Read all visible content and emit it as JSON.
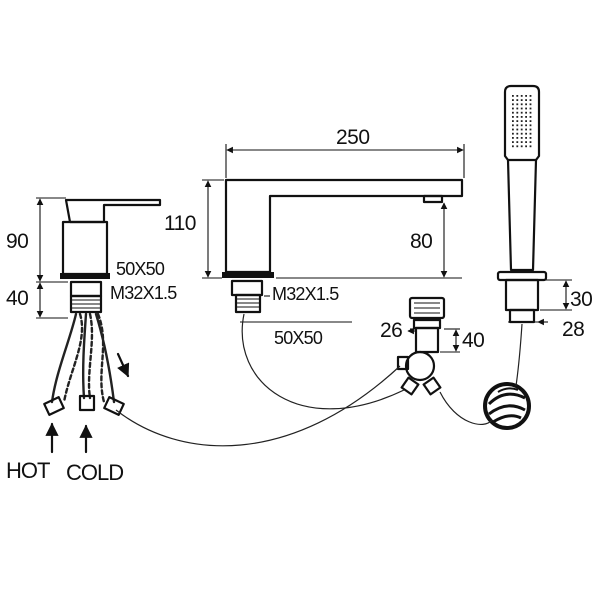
{
  "dimensions": {
    "mixer_height": "90",
    "mixer_base_height": "40",
    "mixer_base_size": "50X50",
    "mixer_thread": "M32X1.5",
    "spout_length": "250",
    "spout_height": "110",
    "spout_outlet_height": "80",
    "spout_thread": "M32X1.5",
    "spout_base_size": "50X50",
    "diverter_width": "26",
    "diverter_height": "40",
    "shower_base_height": "30",
    "shower_base_width": "28"
  },
  "labels": {
    "hot": "HOT",
    "cold": "COLD"
  }
}
